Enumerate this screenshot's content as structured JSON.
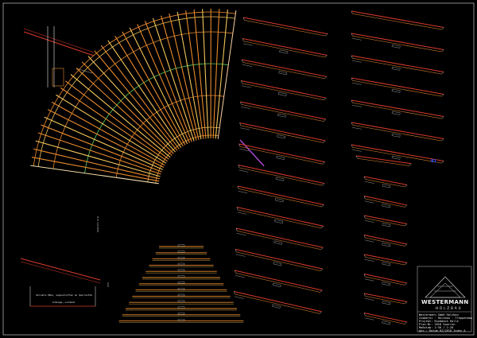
{
  "drawing": {
    "background": "#000000",
    "colors": {
      "frame": "#c8c8c8",
      "rafter_orange": "#e88a2e",
      "rafter_yellow": "#f2c55a",
      "beam_red": "#d63a2a",
      "purple": "#b04ad8",
      "green": "#5ad35a",
      "white": "#e6e6e6",
      "blue_tag": "#2f4fff"
    },
    "section_label": "Schnitt A-A",
    "notes": [
      "Variable Höhe, angeschnitten an Sparrenfuß",
      "Schmiege, Lochband"
    ]
  },
  "title_block": {
    "brand_name": "WESTERMANN",
    "brand_sub": "HOLZBAU",
    "lines": [
      "Westermann GmbH Holzbau",
      "Zimmerei · Holzbau · Treppenbau",
      "Projekt: Runddach Halle",
      "Plan-Nr: 2018 Sparren",
      "Maßstab: 1:50 / 1:20",
      "gez.: Datum 02/2018 Index A"
    ]
  },
  "blue_tag": "B1"
}
